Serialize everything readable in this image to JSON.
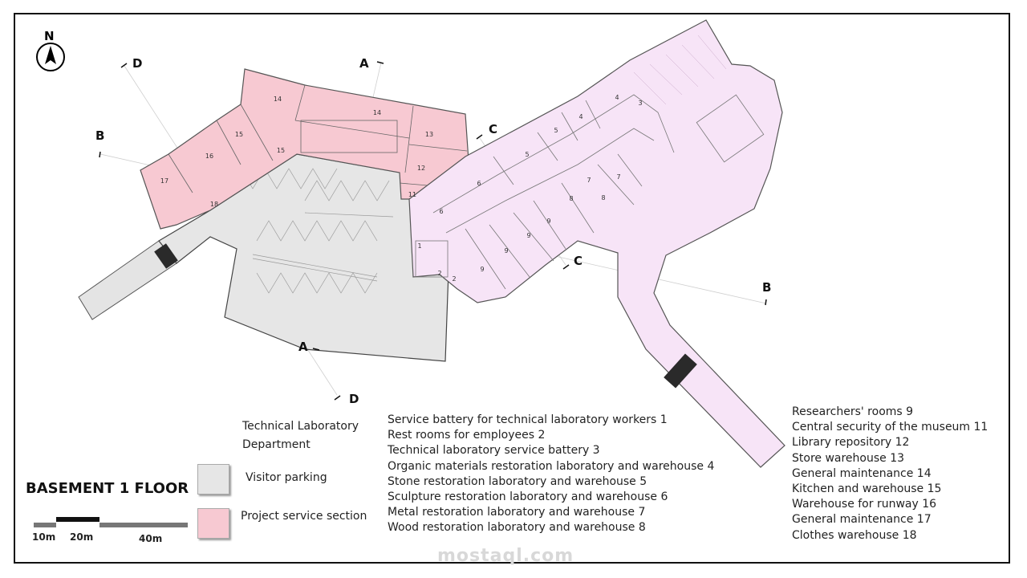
{
  "north": {
    "label": "N"
  },
  "section_labels": {
    "a_top": "A",
    "a_bottom": "A",
    "b_left": "B",
    "b_right": "B",
    "c_top": "C",
    "c_bottom": "C",
    "d_top": "D",
    "d_bottom": "D"
  },
  "rooms": {
    "r14a": "14",
    "r14b": "14",
    "r13": "13",
    "r12": "12",
    "r11": "11",
    "r15a": "15",
    "r15b": "15",
    "r16": "16",
    "r17": "17",
    "r18": "18",
    "r6a": "6",
    "r6b": "6",
    "r5a": "5",
    "r5b": "5",
    "r4a": "4",
    "r4b": "4",
    "r3": "3",
    "r7a": "7",
    "r7b": "7",
    "r8a": "8",
    "r8b": "8",
    "r9a": "9",
    "r9b": "9",
    "r9c": "9",
    "r9d": "9",
    "r1": "1",
    "r2a": "2",
    "r2b": "2"
  },
  "legend": {
    "department_line1": "Technical Laboratory",
    "department_line2": "Department",
    "visitor_parking": "Visitor parking",
    "project_service": "Project service section",
    "colors": {
      "visitor_parking": "#e6e6e6",
      "project_service": "#f7c9d2",
      "laboratory": "#f7e4f7"
    }
  },
  "floor_title": "BASEMENT 1 FLOOR",
  "scale": {
    "l1": "10m",
    "l2": "20m",
    "l3": "40m"
  },
  "lab_list": [
    "Service battery for technical laboratory workers 1",
    "Rest rooms for employees 2",
    "Technical laboratory service battery 3",
    "Organic materials restoration laboratory and warehouse 4",
    "Stone restoration laboratory and warehouse 5",
    "Sculpture restoration laboratory and warehouse 6",
    "Metal restoration laboratory and warehouse 7",
    "Wood restoration laboratory and warehouse 8"
  ],
  "service_list": [
    "Researchers' rooms 9",
    "Central security of the museum 11",
    "Library repository 12",
    "Store warehouse 13",
    "General maintenance 14",
    "Kitchen and warehouse 15",
    "Warehouse for runway 16",
    "General maintenance 17",
    "Clothes warehouse 18"
  ],
  "watermark": "mostaql.com"
}
